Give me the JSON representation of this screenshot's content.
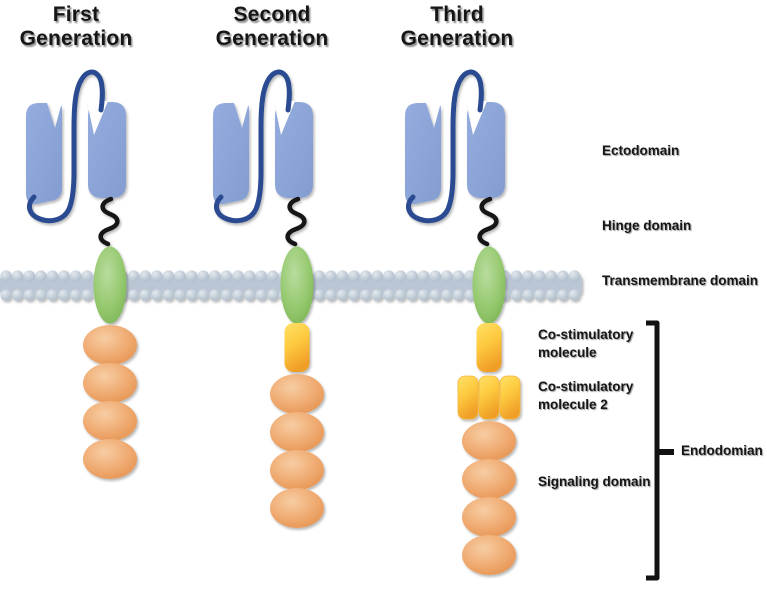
{
  "figure_subject": "Chimeric antigen receptor (CAR) generations diagram",
  "titles": [
    {
      "line1": "First",
      "line2": "Generation"
    },
    {
      "line1": "Second",
      "line2": "Generation"
    },
    {
      "line1": "Third",
      "line2": "Generation"
    }
  ],
  "labels": {
    "ectodomain": "Ectodomain",
    "hinge_domain": "Hinge domain",
    "transmembrane_domain": "Transmembrane domain",
    "costimulatory_molecule": {
      "line1": "Co-stimulatory",
      "line2": "molecule"
    },
    "costimulatory_molecule_2": {
      "line1": "Co-stimulatory",
      "line2": "molecule 2"
    },
    "signaling_domain": "Signaling domain",
    "endodomain_bracket": "Endodomian"
  },
  "generations": [
    {
      "title": "First Generation",
      "costimulatory_molecules": 0,
      "signaling_ovals": 4
    },
    {
      "title": "Second Generation",
      "costimulatory_molecules": 1,
      "signaling_ovals": 4
    },
    {
      "title": "Third Generation",
      "costimulatory_molecules": 2,
      "signaling_ovals": 4
    }
  ],
  "colors": {
    "lobe_blue_light": "#94acde",
    "lobe_blue_dark": "#849dd1",
    "linker_blue": "#2a4b91",
    "hinge_black": "#151515",
    "membrane_band": "#bac6d3",
    "membrane_bead_light": "#e3e9ee",
    "membrane_bead_mid": "#bcc8d4",
    "membrane_bead_dark": "#a4b4c5",
    "transmembrane_green_light": "#b9dc9e",
    "transmembrane_green_mid": "#94c86d",
    "transmembrane_green_dark": "#74ac4d",
    "costim_yellow_light": "#ffe267",
    "costim_yellow_mid": "#fdc93e",
    "costim_yellow_dark": "#f09f27",
    "costim_seam": "#f6b63a",
    "signaling_orange_light": "#f7cda3",
    "signaling_orange_mid": "#efa96f",
    "signaling_orange_dark": "#e28c47",
    "bracket_black": "#121212",
    "text": "#161616"
  }
}
